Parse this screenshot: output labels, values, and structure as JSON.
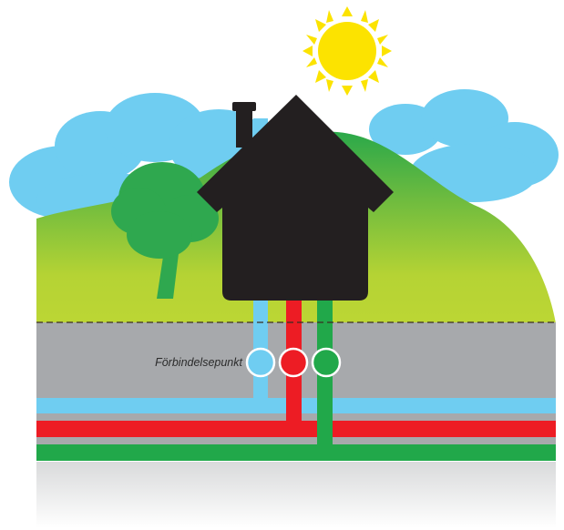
{
  "diagram": {
    "connection_point_label": "Förbindelsepunkt",
    "colors": {
      "sky_cloud": "#6fcdf1",
      "hill_light": "#b7d335",
      "hill_dark": "#3eb049",
      "house": "#231f20",
      "ground": "#a7a9ac",
      "pipe_blue": "#6fcdf1",
      "pipe_red": "#ed1c24",
      "pipe_green": "#21a84a",
      "sun": "#fce300",
      "tree": "#2fa84f",
      "ground_line": "#3a2d22"
    },
    "pipes": [
      {
        "name": "blue-pipe",
        "color": "#6fcdf1"
      },
      {
        "name": "red-pipe",
        "color": "#ed1c24"
      },
      {
        "name": "green-pipe",
        "color": "#21a84a"
      }
    ]
  }
}
